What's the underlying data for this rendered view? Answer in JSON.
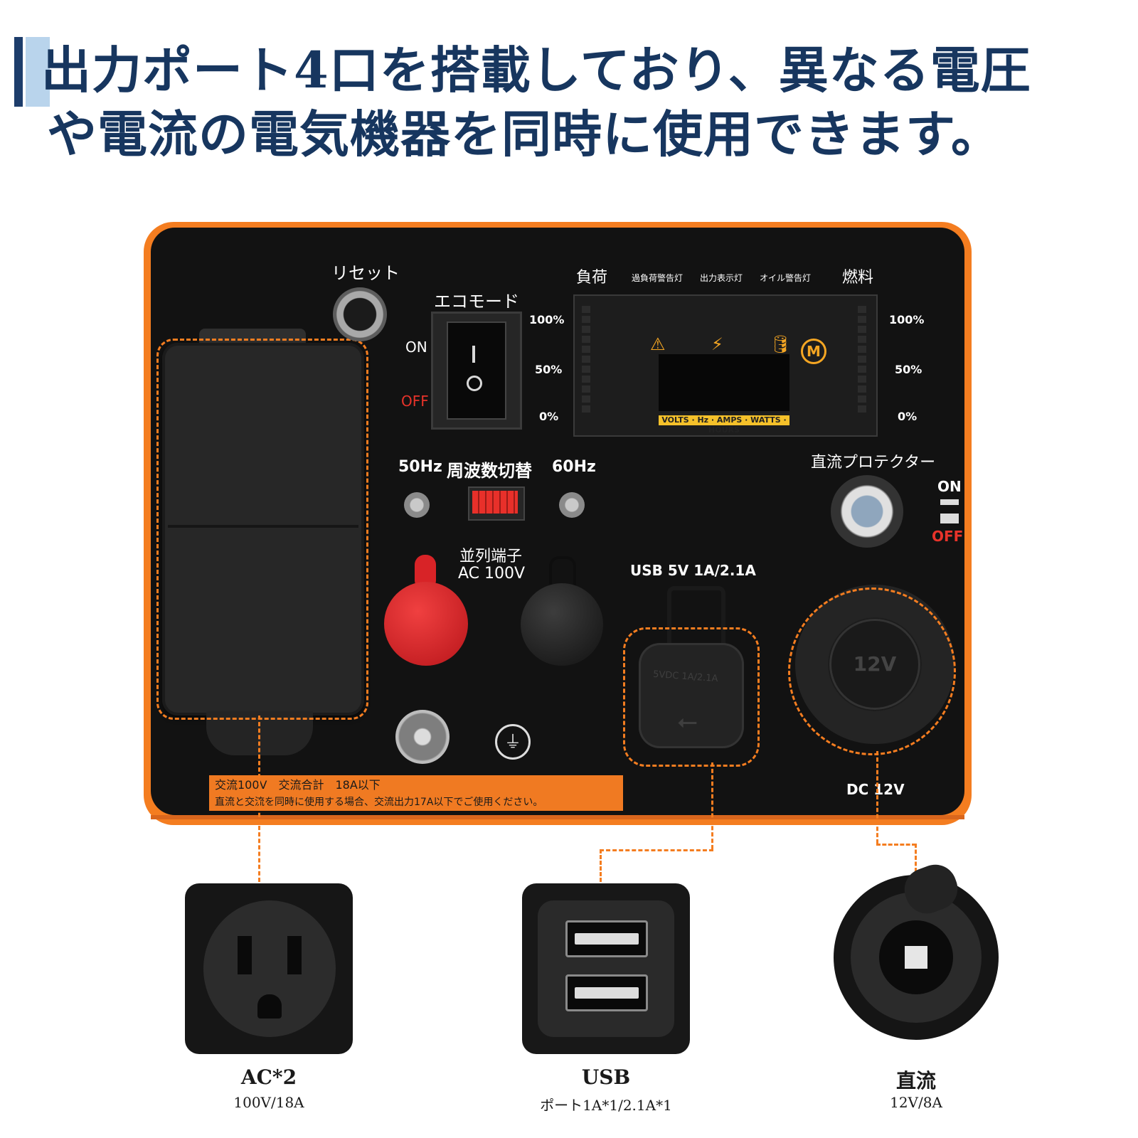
{
  "headline": {
    "line1": "出力ポート4口を搭載しており、異なる電圧",
    "line2": "や電流の電気機器を同時に使用できます。"
  },
  "panel": {
    "reset": "リセット",
    "eco_mode": "エコモード",
    "on": "ON",
    "off": "OFF",
    "load": "負荷",
    "overload_lamp": "過負荷警告灯",
    "output_lamp": "出力表示灯",
    "oil_lamp": "オイル警告灯",
    "fuel": "燃料",
    "pct_100": "100%",
    "pct_50": "50%",
    "pct_0": "0%",
    "display_strip": "VOLTS · Hz · AMPS · WATTS · HOURS",
    "hz50": "50Hz",
    "freq_switch": "周波数切替",
    "hz60": "60Hz",
    "dc_protector": "直流プロテクター",
    "parallel": "並列端子",
    "parallel_ac": "AC 100V",
    "usb_spec": "USB 5V 1A/2.1A",
    "dc_12v": "DC 12V",
    "socket_12v": "12V",
    "usb_cover_text": "5VDC 1A/2.1A",
    "warning_line1": "交流100V　交流合計　18A以下",
    "warning_line2": "直流と交流を同時に使用する場合、交流出力17A以下でご使用ください。"
  },
  "captions": {
    "ac_title": "AC*2",
    "ac_sub": "100V/18A",
    "usb_title": "USB",
    "usb_sub": "ポート1A*1/2.1A*1",
    "dc_title": "直流",
    "dc_sub": "12V/8A"
  },
  "colors": {
    "accent_orange": "#f47d20",
    "headline_navy": "#17365f"
  }
}
